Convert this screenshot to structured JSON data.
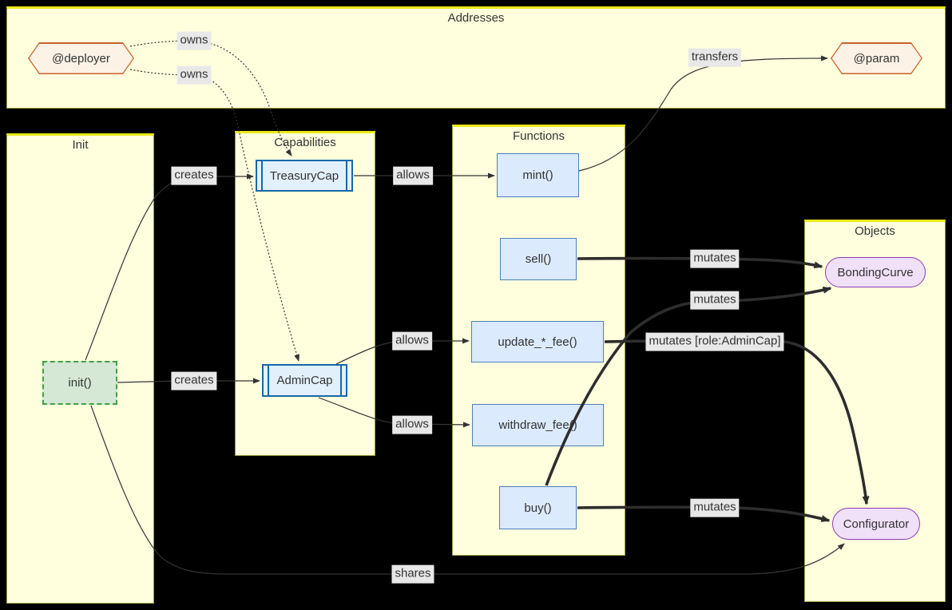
{
  "diagram": {
    "type": "flowchart",
    "background": "#000000",
    "subgraphs": [
      {
        "id": "addresses",
        "label": "Addresses"
      },
      {
        "id": "init",
        "label": "Init"
      },
      {
        "id": "capabilities",
        "label": "Capabilities"
      },
      {
        "id": "functions",
        "label": "Functions"
      },
      {
        "id": "objects",
        "label": "Objects"
      }
    ],
    "nodes": [
      {
        "id": "deployer",
        "label": "@deployer",
        "shape": "hexagon",
        "group": "Addresses"
      },
      {
        "id": "param",
        "label": "@param",
        "shape": "hexagon",
        "group": "Addresses"
      },
      {
        "id": "init_fn",
        "label": "init()",
        "shape": "dashed-rect",
        "group": "Init"
      },
      {
        "id": "treasurycap",
        "label": "TreasuryCap",
        "shape": "subroutine",
        "group": "Capabilities"
      },
      {
        "id": "admincap",
        "label": "AdminCap",
        "shape": "subroutine",
        "group": "Capabilities"
      },
      {
        "id": "mint",
        "label": "mint()",
        "shape": "rect",
        "group": "Functions"
      },
      {
        "id": "sell",
        "label": "sell()",
        "shape": "rect",
        "group": "Functions"
      },
      {
        "id": "update_fee",
        "label": "update_*_fee()",
        "shape": "rect",
        "group": "Functions"
      },
      {
        "id": "withdraw_fee",
        "label": "withdraw_fee()",
        "shape": "rect",
        "group": "Functions"
      },
      {
        "id": "buy",
        "label": "buy()",
        "shape": "rect",
        "group": "Functions"
      },
      {
        "id": "bondingcurve",
        "label": "BondingCurve",
        "shape": "stadium",
        "group": "Objects"
      },
      {
        "id": "configurator",
        "label": "Configurator",
        "shape": "stadium",
        "group": "Objects"
      }
    ],
    "edges": [
      {
        "from": "deployer",
        "to": "treasurycap",
        "label": "owns",
        "style": "dotted"
      },
      {
        "from": "deployer",
        "to": "admincap",
        "label": "owns",
        "style": "dotted"
      },
      {
        "from": "mint",
        "to": "param",
        "label": "transfers",
        "style": "thin"
      },
      {
        "from": "init_fn",
        "to": "treasurycap",
        "label": "creates",
        "style": "thin"
      },
      {
        "from": "init_fn",
        "to": "admincap",
        "label": "creates",
        "style": "thin"
      },
      {
        "from": "treasurycap",
        "to": "mint",
        "label": "allows",
        "style": "thin"
      },
      {
        "from": "admincap",
        "to": "update_fee",
        "label": "allows",
        "style": "thin"
      },
      {
        "from": "admincap",
        "to": "withdraw_fee",
        "label": "allows",
        "style": "thin"
      },
      {
        "from": "sell",
        "to": "bondingcurve",
        "label": "mutates",
        "style": "thick"
      },
      {
        "from": "buy",
        "to": "bondingcurve",
        "label": "mutates",
        "style": "thick"
      },
      {
        "from": "update_fee",
        "to": "configurator",
        "label": "mutates [role:AdminCap]",
        "style": "thick"
      },
      {
        "from": "buy",
        "to": "configurator",
        "label": "mutates",
        "style": "thick"
      },
      {
        "from": "init_fn",
        "to": "configurator",
        "label": "shares",
        "style": "thin"
      }
    ],
    "colors": {
      "cluster_fill": "#ffffde",
      "cluster_border": "#9c9c3f",
      "cluster_border_top": "#e9e916",
      "address_fill": "#fcf2e6",
      "address_border": "#c8622d",
      "capability_fill": "#e2f0fc",
      "capability_border": "#1668a8",
      "function_fill": "#dbeafd",
      "function_border": "#4d7fbb",
      "init_fill": "#d5e8d5",
      "init_border": "#41a041",
      "object_fill": "#f0e0f8",
      "object_border": "#8a3db5",
      "edge_color": "#333333",
      "edge_label_bg": "#e8e8e8",
      "text_color": "#333333"
    }
  }
}
